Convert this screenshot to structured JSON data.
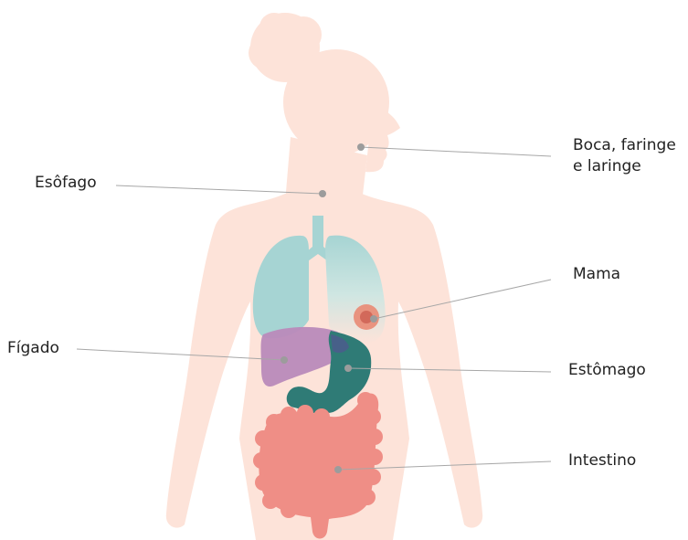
{
  "labels": {
    "mouth_line1": "Boca, faringe",
    "mouth_line2": "e laringe",
    "esophagus": "Esôfago",
    "breast": "Mama",
    "liver": "Fígado",
    "stomach": "Estômago",
    "intestine": "Intestino"
  },
  "colors": {
    "skin": "#fde3d9",
    "lungs": "#a6d4d3",
    "liver": "#b98aba",
    "stomach": "#2f7b76",
    "intestine": "#ef8e86",
    "breast_marker": "#e98a74",
    "leader_line": "#a7a7a7",
    "dot": "#9c9c9c"
  }
}
